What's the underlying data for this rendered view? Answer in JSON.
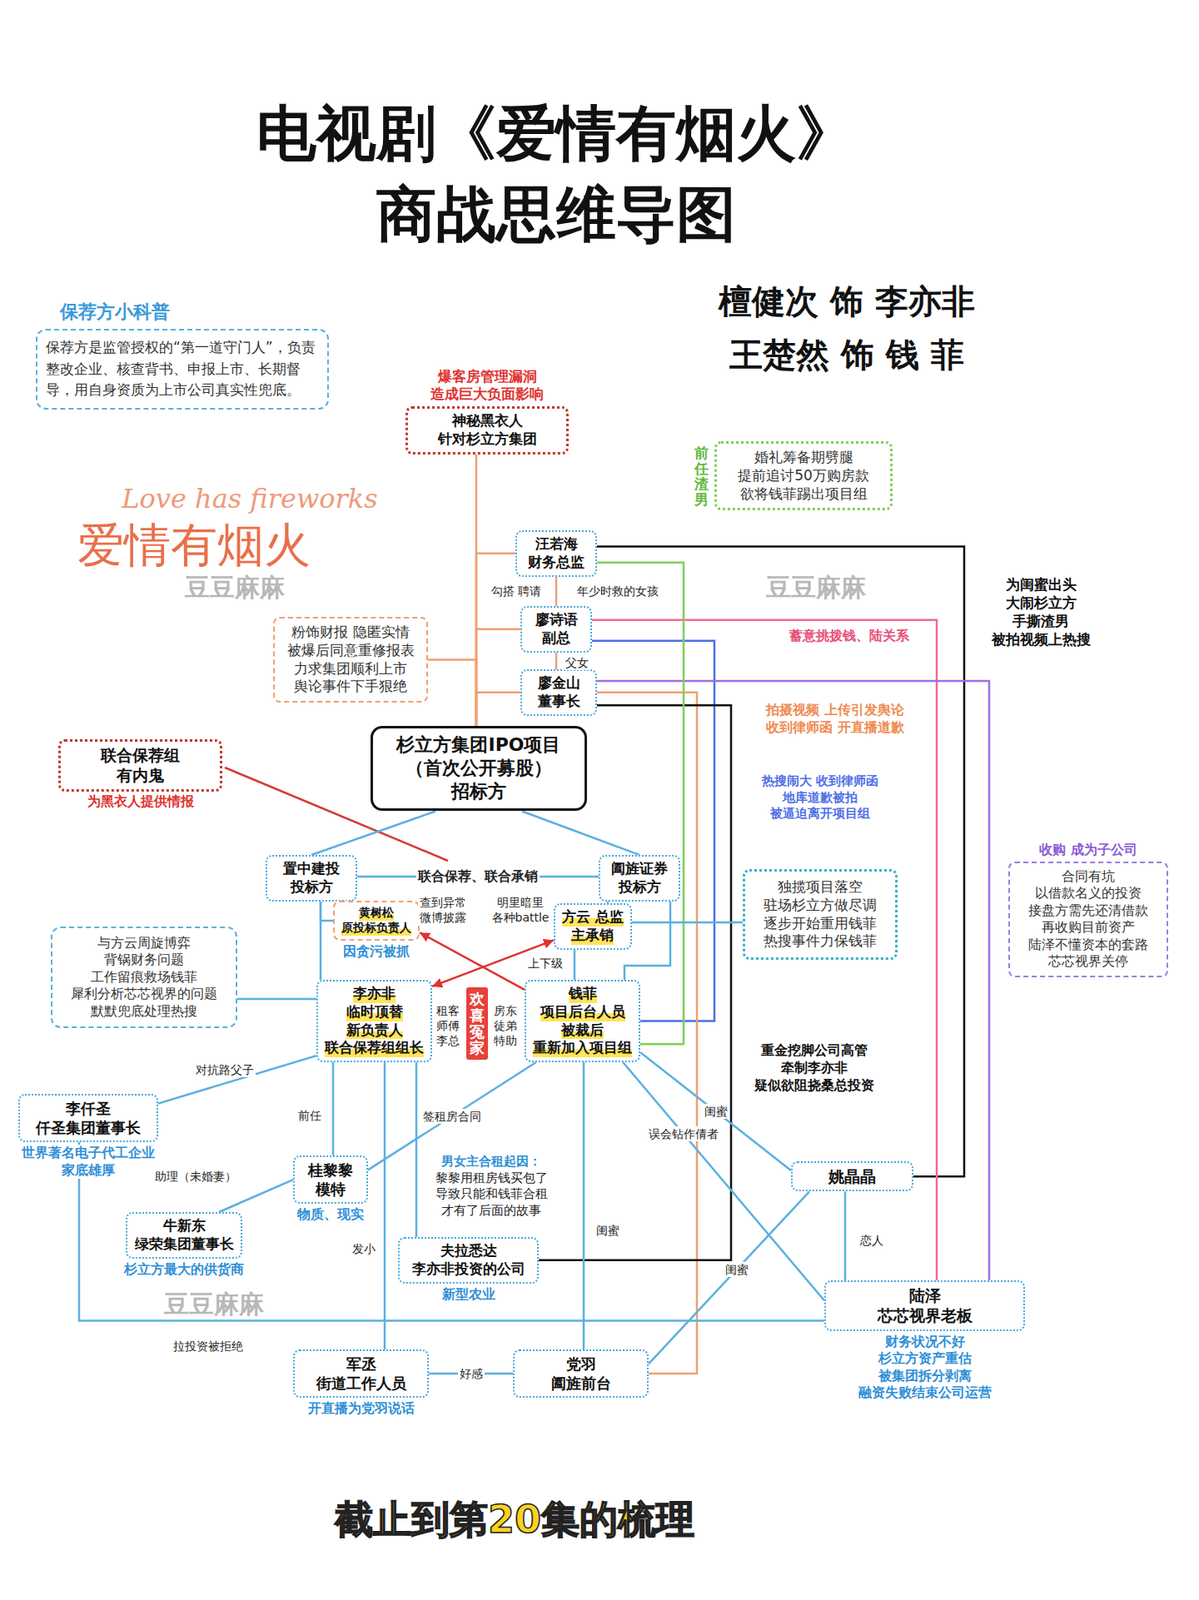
{
  "diagram": {
    "title": "电视剧《爱情有烟火》 商战思维导图",
    "caption": "截止到第20集的梳理",
    "nodes": [
      {
        "text": [
          "保荐方小科普",
          "保荐方是监管授权的“第一道守门人”，负责整改企业、核查背书、申报上市、长期督导，用自身资质为上市公司真实性兜底。"
        ]
      },
      {
        "text": [
          "爆客房管理漏洞 造成巨大负面影响",
          "神秘黑衣人 针对杉立方集团"
        ]
      },
      {
        "text": [
          "前任渣男",
          "婚礼筹备期劈腿 提前追讨50万购房款 欲将钱菲踢出项目组"
        ]
      },
      {
        "text": [
          "汪若海 财务总监"
        ]
      },
      {
        "text": [
          "廖诗语 副总"
        ]
      },
      {
        "text": [
          "廖金山 董事长"
        ]
      },
      {
        "text": [
          "粉饰财报 隐匿实情 被爆后同意重修报表 力求集团顺利上市 舆论事件下手狠绝"
        ]
      },
      {
        "text": [
          "杉立方集团IPO项目 （首次公开募股） 招标方"
        ]
      },
      {
        "text": [
          "联合保荐组 有内鬼",
          "为黑衣人提供情报"
        ]
      },
      {
        "text": [
          "置中建投 投标方"
        ]
      },
      {
        "text": [
          "阖旌证券 投标方"
        ]
      },
      {
        "text": [
          "黄树松 原投标负责人",
          "因贪污被抓"
        ]
      },
      {
        "text": [
          "方云 总监 主承销"
        ]
      },
      {
        "text": [
          "与方云周旋博弈 背锅财务问题 工作留痕救场钱菲 犀利分析芯芯视界的问题 默默兜底处理热搜"
        ]
      },
      {
        "text": [
          "独揽项目落空 驻场杉立方做尽调 逐步开始重用钱菲 热搜事件力保钱菲"
        ]
      },
      {
        "text": [
          "李亦非 临时顶替 新负责人 联合保荐组组长"
        ]
      },
      {
        "text": [
          "欢喜冤家"
        ]
      },
      {
        "text": [
          "钱菲 项目后台人员 被裁后 重新加入项目组"
        ]
      },
      {
        "text": [
          "李仟圣 仟圣集团董事长",
          "世界著名电子代工企业 家底雄厚"
        ]
      },
      {
        "text": [
          "桂黎黎 模特",
          "物质、现实"
        ]
      },
      {
        "text": [
          "牛新东 绿荣集团董事长",
          "杉立方最大的供货商"
        ]
      },
      {
        "text": [
          "夫拉悉达 李亦非投资的公司",
          "新型农业"
        ]
      },
      {
        "text": [
          "姚晶晶"
        ]
      },
      {
        "text": [
          "陆泽 芯芯视界老板",
          "财务状况不好 杉立方资产重估 被集团拆分剥离 融资失败结束公司运营"
        ]
      },
      {
        "text": [
          "军丞 街道工作人员",
          "开直播为党羽说话"
        ]
      },
      {
        "text": [
          "党羽 阖旌前台"
        ]
      },
      {
        "text": [
          "收购 成为子公司",
          "合同有坑 以借款名义的投资 接盘方需先还清借款 再收购目前资产 陆泽不懂资本的套路 芯芯视界关停"
        ]
      }
    ],
    "edges": [
      {
        "from": 1,
        "to": 7,
        "arrow": "none"
      },
      {
        "from": 3,
        "to": 7,
        "arrow": "none"
      },
      {
        "from": 4,
        "to": 7,
        "arrow": "none"
      },
      {
        "from": 5,
        "to": 7,
        "arrow": "none"
      },
      {
        "from": 6,
        "to": 7,
        "arrow": "none"
      },
      {
        "from": 3,
        "to": 4,
        "label": "勾搭 聘请",
        "arrow": "none"
      },
      {
        "from": 4,
        "to": 5,
        "label": "父女",
        "arrow": "none"
      },
      {
        "from": 3,
        "to": 22,
        "label": "为闺蜜出头 大闹杉立方 手撕渣男 被拍视频上热搜",
        "arrow": "none"
      },
      {
        "from": 4,
        "to": 23,
        "label": "蓄意挑拨钱、陆关系",
        "arrow": "none"
      },
      {
        "from": 4,
        "to": 17,
        "label": "热搜闹大 收到律师函 地库道歉被拍 被逼迫离开项目组",
        "arrow": "none"
      },
      {
        "from": 5,
        "to": 23,
        "arrow": "none"
      },
      {
        "from": 5,
        "to": 25,
        "label": "拍摄视频 上传引发舆论 收到律师函 开直播道歉",
        "arrow": "none"
      },
      {
        "from": 5,
        "to": 21,
        "label": "重金挖脚公司高管 牵制李亦非 疑似欲阻挠桑总投资",
        "arrow": "none"
      },
      {
        "from": 17,
        "to": 3,
        "arrow": "none"
      },
      {
        "from": 7,
        "to": 9,
        "arrow": "none"
      },
      {
        "from": 7,
        "to": 10,
        "arrow": "none"
      },
      {
        "from": 9,
        "to": 10,
        "label": "联合保荐、联合承销",
        "arrow": "none"
      },
      {
        "from": 9,
        "to": 11,
        "arrow": "none"
      },
      {
        "from": 9,
        "to": 15,
        "arrow": "none"
      },
      {
        "from": 10,
        "to": 12,
        "arrow": "none"
      },
      {
        "from": 10,
        "to": 17,
        "arrow": "none"
      },
      {
        "from": 12,
        "to": 17,
        "label": "上下级",
        "arrow": "none"
      },
      {
        "from": 17,
        "to": 11,
        "label": "查到异常 微博披露",
        "arrow": "to"
      },
      {
        "from": 12,
        "to": 15,
        "label": "明里暗里 各种battle",
        "arrow": "both"
      },
      {
        "from": 12,
        "to": 14,
        "arrow": "none"
      },
      {
        "from": 15,
        "to": 13,
        "arrow": "none"
      },
      {
        "from": 15,
        "to": 18,
        "label": "对抗路父子",
        "arrow": "none"
      },
      {
        "from": 15,
        "to": 19,
        "label": "前任",
        "arrow": "none"
      },
      {
        "from": 19,
        "to": 20,
        "label": "助理（未婚妻）",
        "arrow": "none"
      },
      {
        "from": 15,
        "to": 24,
        "label": "发小",
        "arrow": "none"
      },
      {
        "from": 15,
        "to": 21,
        "arrow": "none"
      },
      {
        "from": 17,
        "to": 19,
        "label": "签租房合同",
        "arrow": "none"
      },
      {
        "from": 17,
        "to": 25,
        "label": "闺蜜",
        "arrow": "none"
      },
      {
        "from": 17,
        "to": 22,
        "label": "闺蜜",
        "arrow": "none"
      },
      {
        "from": 17,
        "to": 23,
        "label": "误会钻作倩者",
        "arrow": "none"
      },
      {
        "from": 25,
        "to": 22,
        "label": "闺蜜",
        "arrow": "none"
      },
      {
        "from": 22,
        "to": 23,
        "label": "恋人",
        "arrow": "none"
      },
      {
        "from": 23,
        "to": 18,
        "label": "拉投资被拒绝",
        "arrow": "none"
      },
      {
        "from": 24,
        "to": 25,
        "label": "好感",
        "arrow": "none"
      }
    ],
    "labels": [
      "檀健次 饰 李亦非",
      "王楚然 饰 钱 菲",
      "年少时救的女孩",
      "租客 师傅 李总",
      "房东 徒弟 特助",
      "男女主合租起因： 黎黎用租房钱买包了 导致只能和钱菲合租 才有了后面的故事",
      "豆豆麻麻",
      "豆豆麻麻",
      "豆豆麻麻",
      "爱情有烟火",
      "Love has fireworks"
    ]
  }
}
